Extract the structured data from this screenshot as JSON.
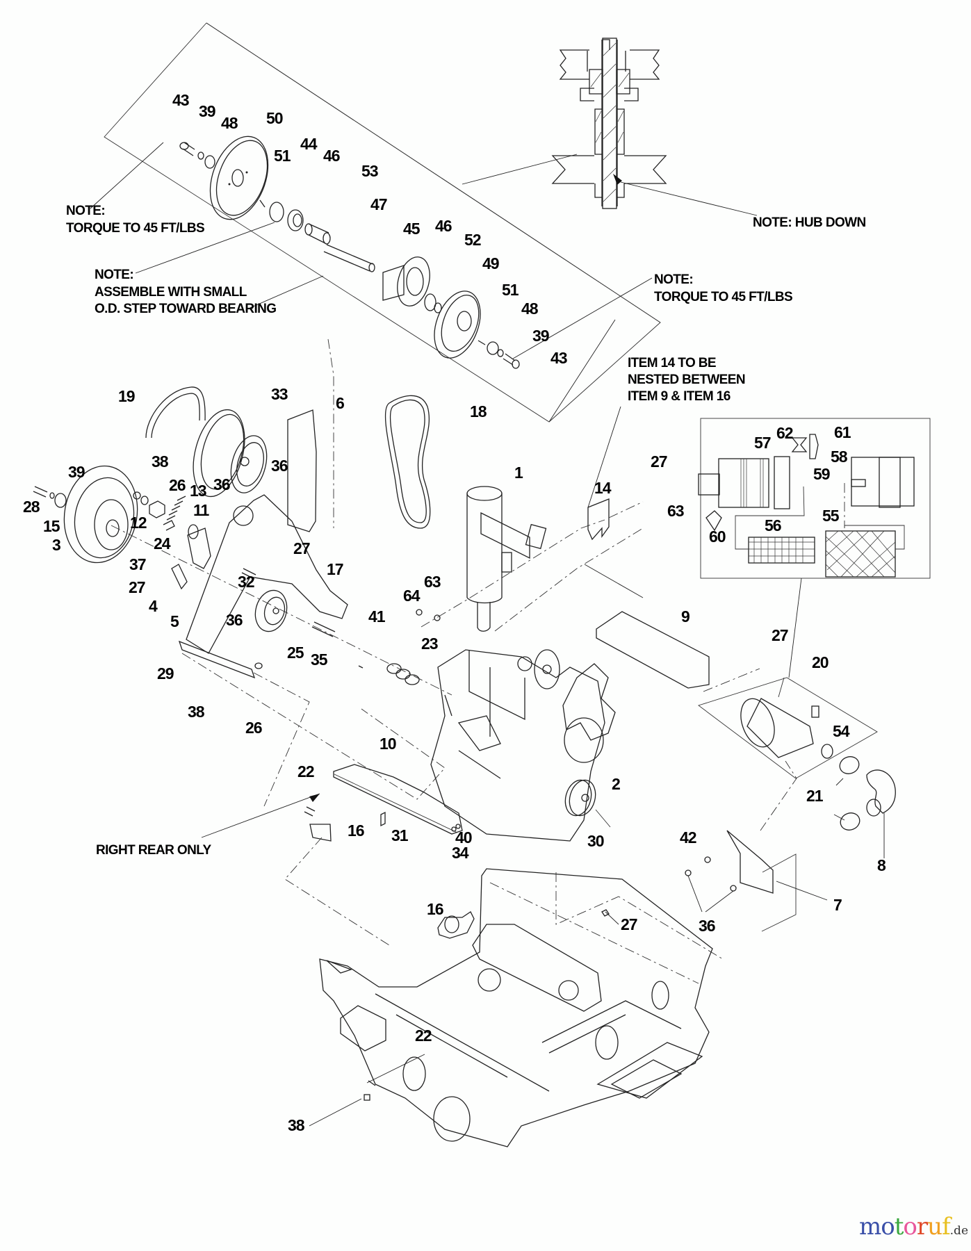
{
  "diagram": {
    "title": "Engine, clutch, belt drive and air cleaner exploded parts view",
    "notes": {
      "torque_top_1": "NOTE:",
      "torque_top_2": "TORQUE TO 45 FT/LBS",
      "assemble_1": "NOTE:",
      "assemble_2": "ASSEMBLE WITH SMALL",
      "assemble_3": "O.D. STEP TOWARD BEARING",
      "torque_right_1": "NOTE:",
      "torque_right_2": "TORQUE TO 45 FT/LBS",
      "hub_down": "NOTE: HUB DOWN",
      "item14_1": "ITEM 14 TO BE",
      "item14_2": "NESTED BETWEEN",
      "item14_3": "ITEM 9 & ITEM 16",
      "right_rear": "RIGHT REAR ONLY"
    },
    "callouts": {
      "c43a": "43",
      "c39a": "39",
      "c48a": "48",
      "c50": "50",
      "c51a": "51",
      "c44": "44",
      "c46a": "46",
      "c53": "53",
      "c47": "47",
      "c45": "45",
      "c46b": "46",
      "c52": "52",
      "c49": "49",
      "c51b": "51",
      "c48b": "48",
      "c39b": "39",
      "c43b": "43",
      "c19": "19",
      "c33": "33",
      "c6": "6",
      "c18": "18",
      "c1": "1",
      "c27a": "27",
      "c14": "14",
      "c63a": "63",
      "c39c": "39",
      "c28": "28",
      "c15": "15",
      "c3": "3",
      "c38a": "38",
      "c26a": "26",
      "c12": "12",
      "c13": "13",
      "c36a": "36",
      "c36b": "36",
      "c11": "11",
      "c24": "24",
      "c27b": "27",
      "c37": "37",
      "c27c": "27",
      "c4": "4",
      "c32": "32",
      "c17": "17",
      "c5": "5",
      "c36c": "36",
      "c29": "29",
      "c25": "25",
      "c35": "35",
      "c38b": "38",
      "c26b": "26",
      "c41": "41",
      "c64": "64",
      "c63b": "63",
      "c23": "23",
      "c9": "9",
      "c27d": "27",
      "c20": "20",
      "c54": "54",
      "c21": "21",
      "c8": "8",
      "c10": "10",
      "c22a": "22",
      "c16a": "16",
      "c31": "31",
      "c40": "40",
      "c34": "34",
      "c2": "2",
      "c30": "30",
      "c42": "42",
      "c36d": "36",
      "c7": "7",
      "c16b": "16",
      "c27e": "27",
      "c22b": "22",
      "c38c": "38",
      "c57": "57",
      "c62": "62",
      "c61": "61",
      "c58": "58",
      "c59": "59",
      "c60": "60",
      "c56": "56",
      "c55": "55"
    }
  },
  "watermark": {
    "letters": [
      "m",
      "o",
      "t",
      "o",
      "r",
      "u",
      "f"
    ],
    "colors": [
      "#3a4fa8",
      "#3a4fa8",
      "#3aa83f",
      "#e8569b",
      "#e04a2a",
      "#f0a020",
      "#e8c020"
    ],
    "suffix": ".de"
  }
}
